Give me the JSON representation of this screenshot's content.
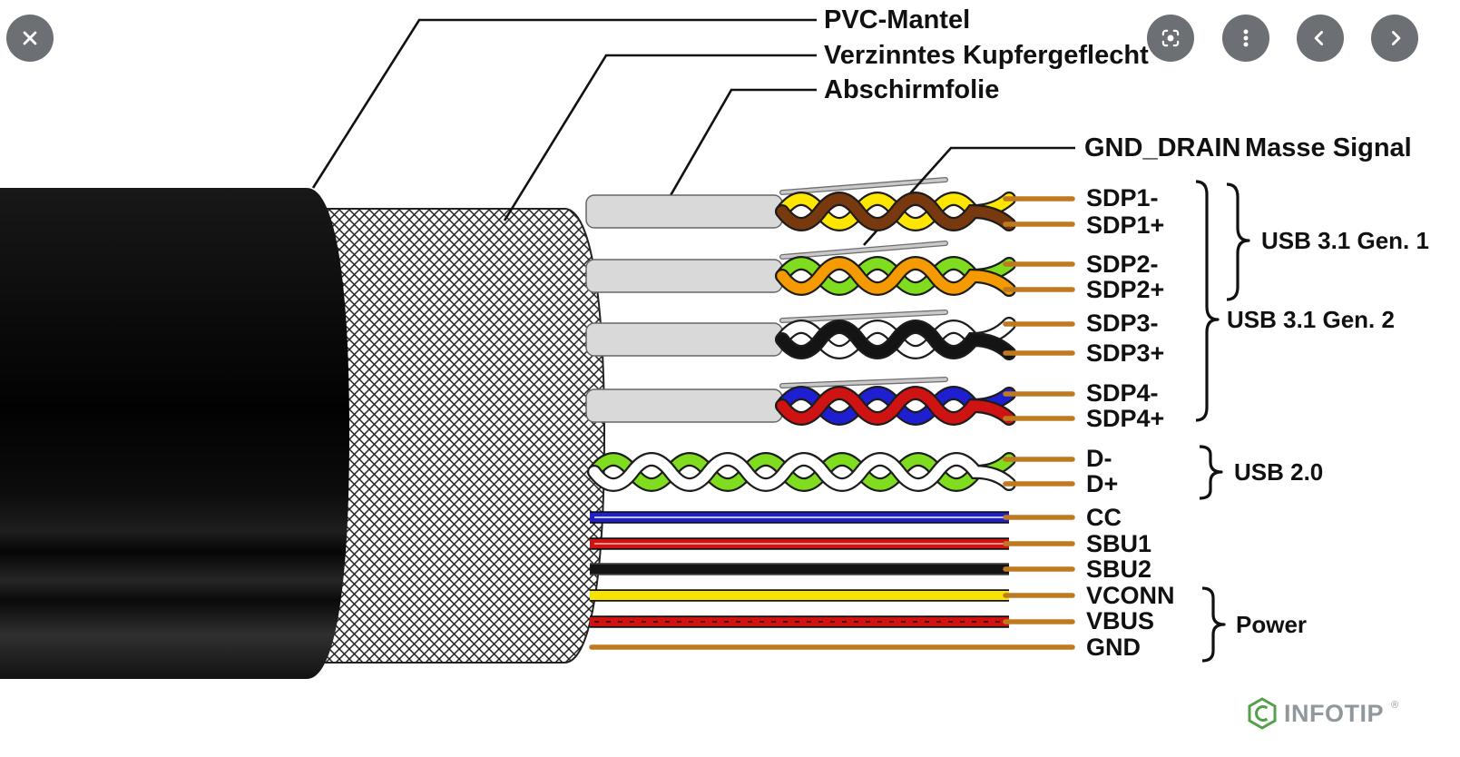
{
  "viewer": {
    "buttons": [
      {
        "name": "close",
        "icon": "x-icon"
      },
      {
        "name": "lens-search",
        "icon": "lens-search-icon"
      },
      {
        "name": "more-options",
        "icon": "kebab-menu-icon"
      },
      {
        "name": "previous",
        "icon": "chevron-left-icon"
      },
      {
        "name": "next",
        "icon": "chevron-right-icon"
      }
    ]
  },
  "diagram": {
    "callouts": {
      "jacket": "PVC-Mantel",
      "braid": "Verzinntes Kupfergeflecht",
      "foil": "Abschirmfolie"
    },
    "drain": {
      "label": "GND_DRAIN",
      "note": "Masse Signal"
    },
    "wire_labels": {
      "sdp1m": "SDP1-",
      "sdp1p": "SDP1+",
      "sdp2m": "SDP2-",
      "sdp2p": "SDP2+",
      "sdp3m": "SDP3-",
      "sdp3p": "SDP3+",
      "sdp4m": "SDP4-",
      "sdp4p": "SDP4+",
      "dm": "D-",
      "dp": "D+",
      "cc": "CC",
      "sbu1": "SBU1",
      "sbu2": "SBU2",
      "vconn": "VCONN",
      "vbus": "VBUS",
      "gnd": "GND"
    },
    "groups": {
      "gen1": "USB 3.1 Gen. 1",
      "gen2": "USB 3.1 Gen. 2",
      "usb2": "USB 2.0",
      "power": "Power"
    },
    "colors": {
      "copper": "#bf7a1f",
      "pair1": [
        "#ffe600",
        "#79390f"
      ],
      "pair2": [
        "#7fdc1e",
        "#f59a00"
      ],
      "pair3": [
        "#ffffff",
        "#141414"
      ],
      "pair4": [
        "#1f1fd2",
        "#cf1212"
      ],
      "usb2_pair": [
        "#7fdc1e",
        "#ffffff"
      ],
      "cc": "#1f1fd2",
      "sbu1": "#cf1212",
      "sbu2": "#141414",
      "vconn": "#f5e400",
      "vbus": "#cf1212",
      "gnd": "#bf7a1f",
      "foil": "#d9d9d9",
      "accent_green": "#55a04b",
      "logo_gray": "#90989c"
    },
    "logo": {
      "name": "INFOTIP",
      "reg": "®"
    }
  }
}
